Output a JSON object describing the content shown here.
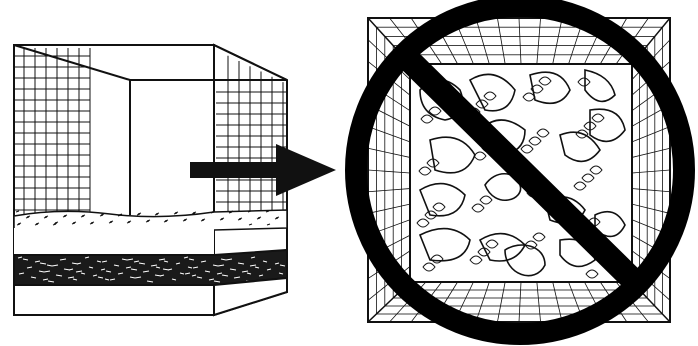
{
  "figure": {
    "panels": [
      {
        "id": "left",
        "illustration": "open-bin-with-bedding-icon"
      },
      {
        "id": "arrow",
        "illustration": "right-arrow-icon"
      },
      {
        "id": "right",
        "illustration": "overfilled-bin-top-view-icon",
        "overlay": "prohibition-sign-icon"
      }
    ],
    "colors": {
      "ink": "#111111",
      "paper": "#ffffff"
    }
  }
}
